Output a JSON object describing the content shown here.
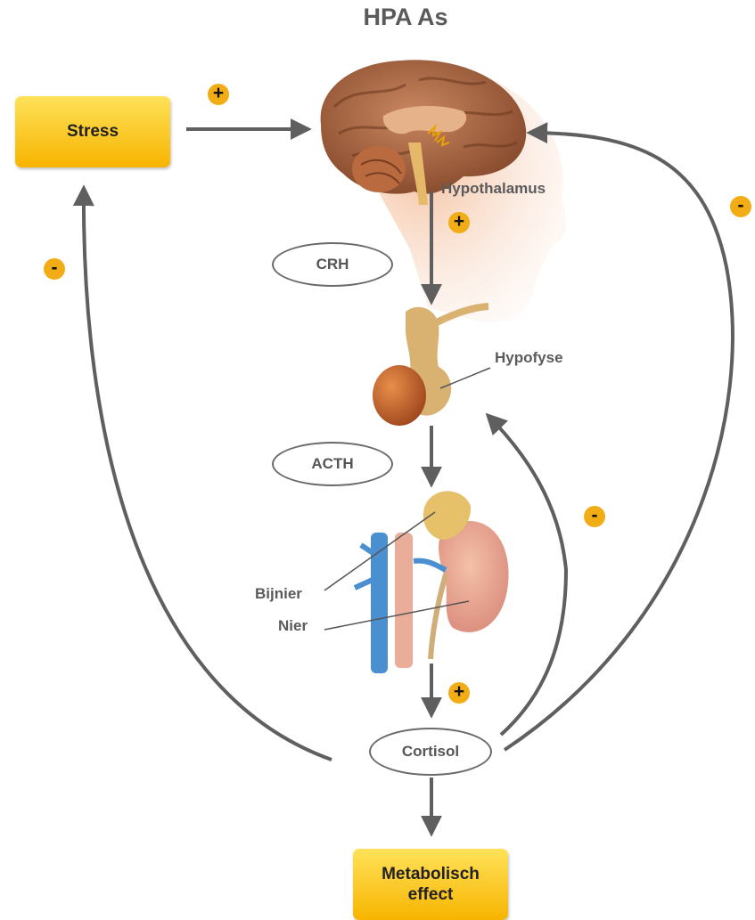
{
  "title": "HPA As",
  "nodes": {
    "stress": "Stress",
    "crh": "CRH",
    "acth": "ACTH",
    "cortisol": "Cortisol",
    "metabolic_line1": "Metabolisch",
    "metabolic_line2": "effect"
  },
  "labels": {
    "hypothalamus": "Hypothalamus",
    "hypofyse": "Hypofyse",
    "bijnier": "Bijnier",
    "nier": "Nier"
  },
  "signs": {
    "plus": "+",
    "minus": "-"
  },
  "colors": {
    "box_fill": "#f7b400",
    "badge": "#f1ac16",
    "arrow": "#5f5f5f"
  }
}
